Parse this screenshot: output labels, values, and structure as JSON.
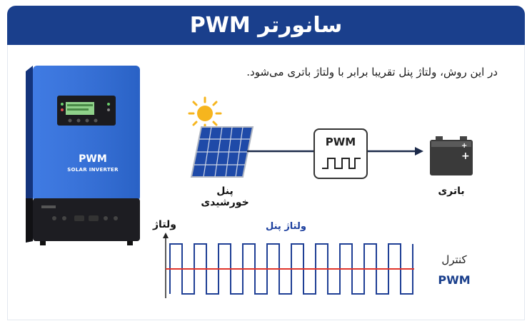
{
  "header": {
    "title": "سانورتر PWM"
  },
  "description": "در این روش، ولتاژ پنل تقریبا برابر با ولتاژ باتری می‌شود.",
  "device": {
    "brand": "PWM",
    "subtitle": "SOLAR INVERTER"
  },
  "diagram": {
    "solar_panel_label": "پنل خورشیدی",
    "pwm_box_label": "PWM",
    "battery_label": "باتری"
  },
  "waveform": {
    "y_axis_label": "ولتاژ",
    "panel_voltage_label": "ولتاژ پنل",
    "control_label_line1": "کنترل",
    "control_label_line2": "PWM",
    "pulse_count": 10,
    "colors": {
      "square_wave": "#1f3f95",
      "average_line": "#e0342b"
    }
  },
  "colors": {
    "header_bg": "#1a3f8c",
    "device_blue": "#2f6fe0",
    "device_dark": "#1d1d22",
    "sun": "#f6b51e",
    "panel_blue": "#1f4aa8"
  }
}
